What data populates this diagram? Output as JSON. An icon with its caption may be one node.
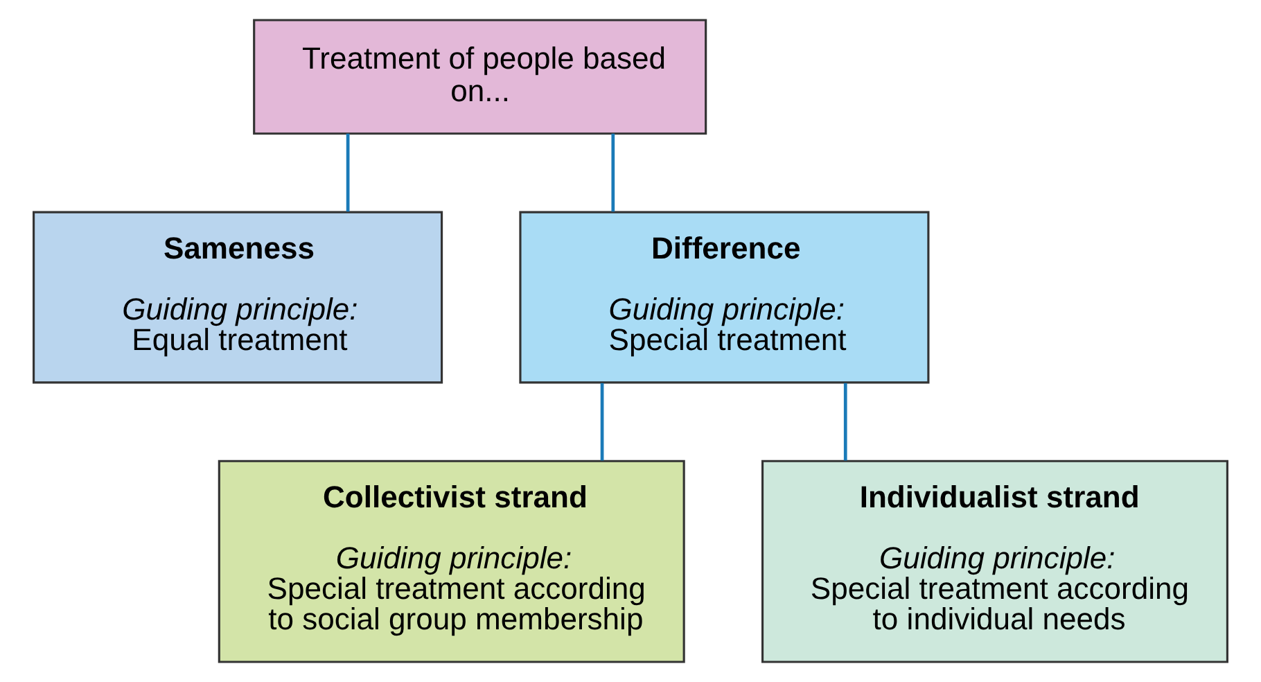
{
  "diagram": {
    "nodes": [
      {
        "text": [
          "Treatment of people based on..."
        ]
      },
      {
        "text": [
          "Sameness",
          "Guiding principle:",
          "Equal treatment"
        ]
      },
      {
        "text": [
          "Difference",
          "Guiding principle:",
          "Special treatment"
        ]
      },
      {
        "text": [
          "Collectivist strand",
          "Guiding principle:",
          "Special treatment according to social group membership"
        ]
      },
      {
        "text": [
          "Individualist strand",
          "Guiding principle:",
          "Special treatment according to individual needs"
        ]
      }
    ],
    "edges": [
      {
        "from": 0,
        "to": 1,
        "arrow": "none"
      },
      {
        "from": 0,
        "to": 2,
        "arrow": "none"
      },
      {
        "from": 2,
        "to": 3,
        "arrow": "none"
      },
      {
        "from": 2,
        "to": 4,
        "arrow": "none"
      }
    ]
  }
}
